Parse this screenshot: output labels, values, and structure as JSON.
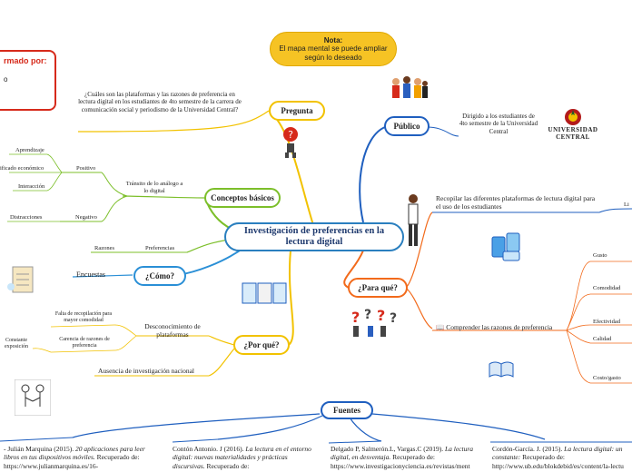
{
  "note": {
    "title": "Nota:",
    "text": "El mapa mental se puede ampliar según lo deseado"
  },
  "author_box": {
    "heading": "rmado por:",
    "line": "o"
  },
  "center": {
    "title": "Investigación de preferencias en la lectura digital"
  },
  "pregunta": {
    "label": "Pregunta",
    "text": "¿Cuáles son las plataformas y las razones de preferencia en lectura digital en los estudiantes de 4to semestre de la carrera de comunicación social y periodismo de la Universidad Central?"
  },
  "conceptos": {
    "label": "Conceptos básicos",
    "transito": "Tránsito de lo análogo a lo digital",
    "positivo": "Positivo",
    "negativo": "Negativo",
    "positivo_items": [
      "Aprendizaje",
      "ificado económico",
      "Interacción"
    ],
    "negativo_items": [
      "Distracciones"
    ],
    "preferencias": "Preferencias",
    "razones": "Razones"
  },
  "como": {
    "label": "¿Cómo?",
    "encuestas": "Encuestas"
  },
  "porque": {
    "label": "¿Por qué?",
    "desconocimiento": "Desconocimiento de plataformas",
    "falta": "Falta de recopilación para mayor comodidad",
    "carencia": "Carencia de razones de preferencia",
    "constante": "Constante exposición",
    "ausencia": "Ausencia de investigación nacional"
  },
  "publico": {
    "label": "Público",
    "text": "Dirigido a los estudiantes de 4to semestre de la Universidad Central",
    "logo_text": "UNIVERSIDAD CENTRAL"
  },
  "paraque": {
    "label": "¿Para qué?",
    "recopilar": "Recopilar las diferentes plataformas de lectura digital para el uso de los estudiantes",
    "comprender": "Comprender las razones de preferencia",
    "razones": [
      "Gusto",
      "Comodidad",
      "Efectividad",
      "Calidad",
      "Costo/gasto"
    ],
    "cut_label": "Li"
  },
  "fuentes": {
    "label": "Fuentes",
    "refs": [
      {
        "normal": "- Julián Marquina (2015). ",
        "italic": "20 aplicaciones para leer libros en tus dispositivos móviles.",
        "rest": " Recuperado de: https://www.julianmarquina.es/16-"
      },
      {
        "normal": "Contón Antonio. J (2016). ",
        "italic": "La lectura en el entorno digital: nuevas materialidades y prácticas discursivas.",
        "rest": " Recuperado de:"
      },
      {
        "normal": "Delgado P, Salmerón.L, Vargas.C (2019). ",
        "italic": "La lectura digital, en desventaja.",
        "rest": " Recuperado de: https://www.investigacionyciencia.es/revistas/ment"
      },
      {
        "normal": "Cordón-García. J. (2015). ",
        "italic": "La lectura digital: un constante:",
        "rest": " Recuperado de: http://www.ub.edu/blokdebid/es/content/la-lectu"
      }
    ]
  },
  "colors": {
    "center": "#2a7fbf",
    "pregunta": "#f2c200",
    "conceptos": "#7cbf2a",
    "como": "#2a8fd6",
    "porque": "#f2c200",
    "publico": "#1f5fbf",
    "paraque": "#f26a1b",
    "fuentes": "#1f5fbf",
    "note_bg": "#f6c324",
    "author": "#d62a1b"
  }
}
